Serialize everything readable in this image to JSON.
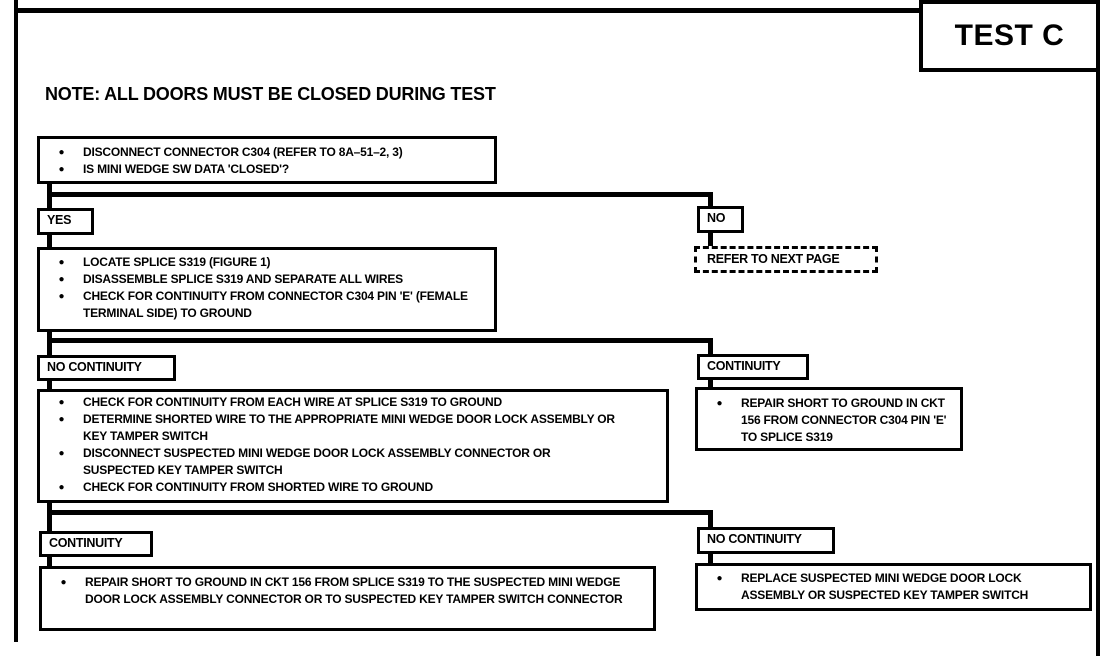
{
  "doc": {
    "test_label": "TEST C",
    "note": "NOTE: ALL DOORS MUST BE CLOSED DURING TEST",
    "bullet_glyph": "●",
    "colors": {
      "ink": "#000000",
      "paper": "#ffffff"
    }
  },
  "flowchart": {
    "step1_bullets": [
      "DISCONNECT CONNECTOR C304 (REFER TO 8A–51–2, 3)",
      "IS MINI WEDGE SW DATA 'CLOSED'?"
    ],
    "branch1": {
      "yes": "YES",
      "no": "NO",
      "no_action": "REFER TO NEXT PAGE"
    },
    "step2_bullets": [
      "LOCATE SPLICE S319 (FIGURE 1)",
      "DISASSEMBLE SPLICE S319 AND SEPARATE ALL WIRES",
      "CHECK FOR CONTINUITY FROM CONNECTOR C304 PIN 'E' (FEMALE TERMINAL SIDE) TO GROUND"
    ],
    "branch2": {
      "left": "NO CONTINUITY",
      "right": "CONTINUITY"
    },
    "step3_bullets": [
      "CHECK FOR CONTINUITY FROM EACH WIRE AT SPLICE S319 TO GROUND",
      "DETERMINE SHORTED WIRE TO THE APPROPRIATE MINI WEDGE DOOR LOCK ASSEMBLY OR KEY TAMPER SWITCH",
      "DISCONNECT SUSPECTED MINI WEDGE DOOR LOCK ASSEMBLY CONNECTOR OR SUSPECTED KEY TAMPER SWITCH",
      "CHECK FOR CONTINUITY FROM SHORTED WIRE TO GROUND"
    ],
    "continuity_right_bullets": [
      "REPAIR SHORT TO GROUND IN CKT 156 FROM CONNECTOR C304 PIN 'E' TO SPLICE S319"
    ],
    "branch3": {
      "left": "CONTINUITY",
      "right": "NO CONTINUITY"
    },
    "repair_left_bullets": [
      "REPAIR SHORT TO GROUND IN CKT 156 FROM SPLICE S319 TO THE SUSPECTED MINI WEDGE DOOR LOCK ASSEMBLY CONNECTOR OR TO SUSPECTED KEY TAMPER SWITCH CONNECTOR"
    ],
    "replace_right_bullets": [
      "REPLACE SUSPECTED MINI WEDGE DOOR LOCK ASSEMBLY OR SUSPECTED KEY TAMPER SWITCH"
    ]
  }
}
